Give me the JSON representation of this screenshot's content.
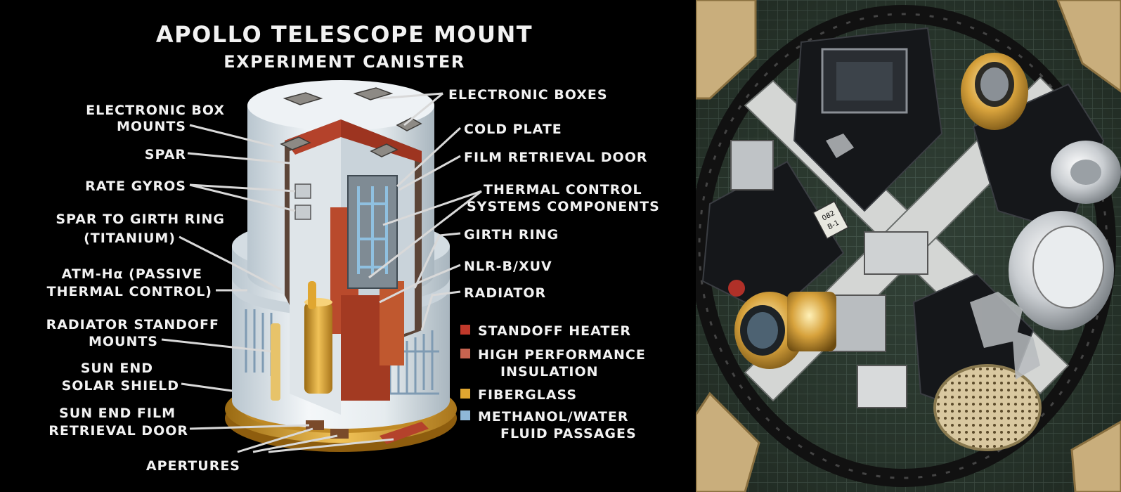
{
  "diagram": {
    "title": "APOLLO TELESCOPE MOUNT",
    "subtitle": "EXPERIMENT CANISTER",
    "left_labels": {
      "electronic_box_mounts": [
        "ELECTRONIC BOX",
        "MOUNTS"
      ],
      "spar": "SPAR",
      "rate_gyros": "RATE GYROS",
      "spar_to_girth_ring": [
        "SPAR TO GIRTH RING",
        "(TITANIUM)"
      ],
      "atm_h_alpha": [
        "ATM-Hα (PASSIVE",
        "THERMAL CONTROL)"
      ],
      "radiator_standoff_mounts": [
        "RADIATOR STANDOFF",
        "MOUNTS"
      ],
      "sun_end_solar_shield": [
        "SUN END",
        "SOLAR SHIELD"
      ],
      "sun_end_film_retrieval_door": [
        "SUN END FILM",
        "RETRIEVAL DOOR"
      ],
      "apertures": "APERTURES"
    },
    "right_labels": {
      "electronic_boxes": "ELECTRONIC BOXES",
      "cold_plate": "COLD PLATE",
      "film_retrieval_door": "FILM RETRIEVAL DOOR",
      "thermal_control": [
        "THERMAL CONTROL",
        "SYSTEMS COMPONENTS"
      ],
      "girth_ring": "GIRTH RING",
      "nlr_b_xuv": "NLR-B/XUV",
      "radiator": "RADIATOR"
    },
    "legend": [
      {
        "lines": [
          "STANDOFF HEATER"
        ],
        "color": "#c0392b"
      },
      {
        "lines": [
          "HIGH PERFORMANCE",
          "INSULATION"
        ],
        "color": "#c86450"
      },
      {
        "lines": [
          "FIBERGLASS"
        ],
        "color": "#e0a630"
      },
      {
        "lines": [
          "METHANOL/WATER",
          "FLUID PASSAGES"
        ],
        "color": "#8fb8d8"
      }
    ],
    "photo_tags": [
      "082",
      "B-1"
    ]
  }
}
